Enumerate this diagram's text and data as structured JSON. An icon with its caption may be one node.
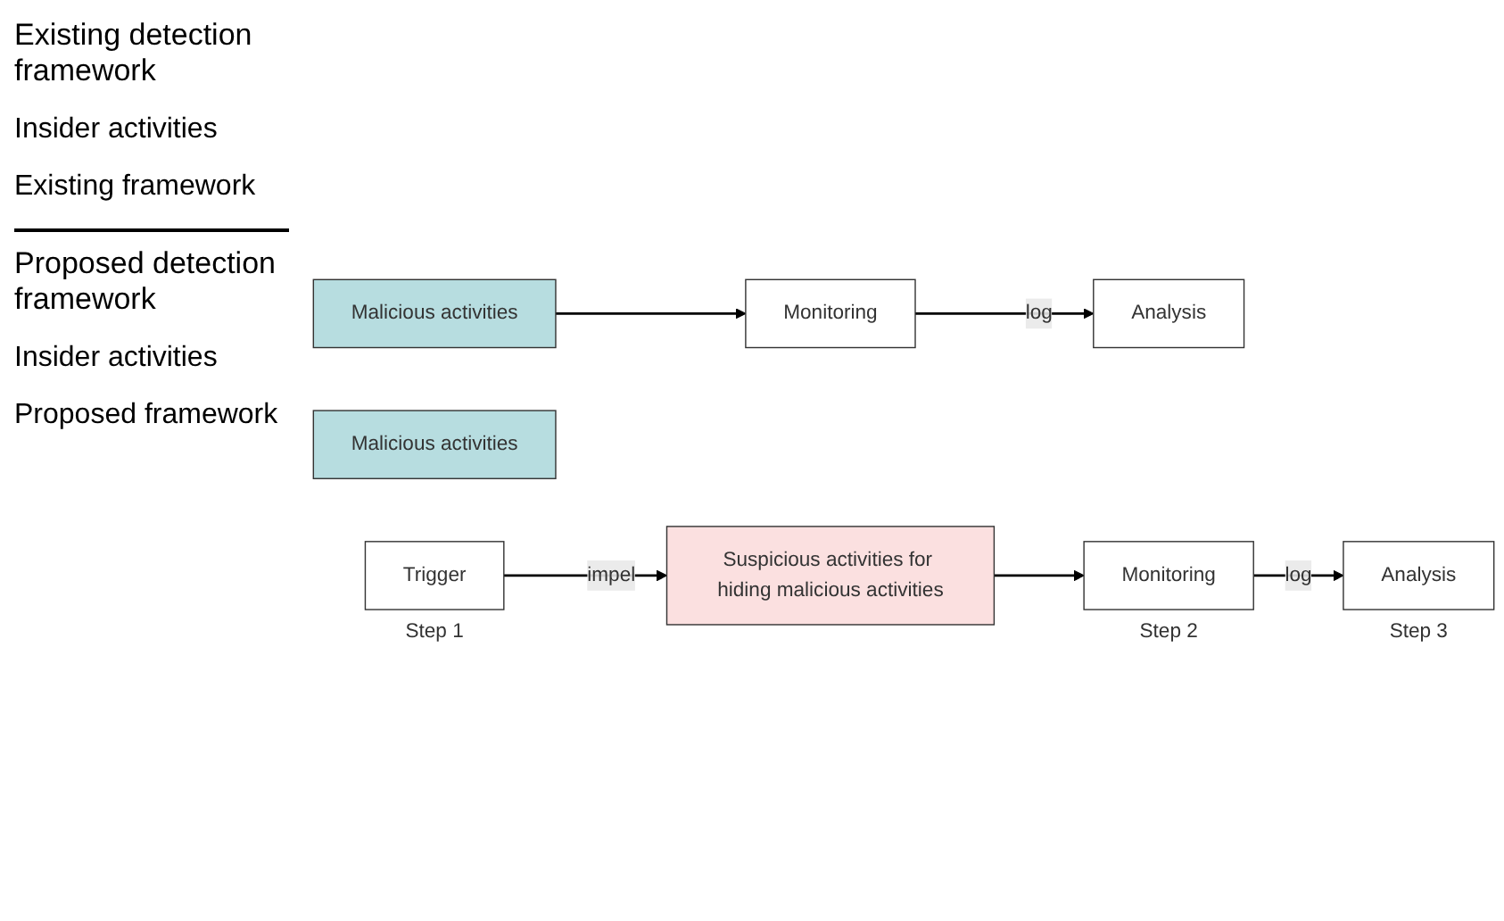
{
  "diagram": {
    "nodes": [
      {
        "text": [
          "Malicious activities"
        ]
      },
      {
        "text": [
          "Monitoring"
        ]
      },
      {
        "text": [
          "Analysis"
        ]
      },
      {
        "text": [
          "Malicious activities"
        ]
      },
      {
        "text": [
          "Trigger"
        ],
        "beside": [
          "Step 1"
        ]
      },
      {
        "text": [
          "Suspicious activities for hiding malicious activities"
        ]
      },
      {
        "text": [
          "Monitoring"
        ],
        "beside": [
          "Step 2"
        ]
      },
      {
        "text": [
          "Analysis"
        ],
        "beside": [
          "Step 3"
        ]
      }
    ],
    "edges": [
      {
        "from": 0,
        "to": 1,
        "arrow": "to"
      },
      {
        "from": 1,
        "to": 2,
        "arrow": "to",
        "label": "log"
      },
      {
        "from": 4,
        "to": 5,
        "arrow": "to",
        "label": "impel"
      },
      {
        "from": 5,
        "to": 6,
        "arrow": "to"
      },
      {
        "from": 6,
        "to": 7,
        "arrow": "to",
        "label": "log"
      }
    ],
    "labels": [
      "Existing detection framework",
      "Insider activities",
      "Existing framework",
      "Proposed detection framework",
      "Insider activities",
      "Proposed framework"
    ]
  }
}
